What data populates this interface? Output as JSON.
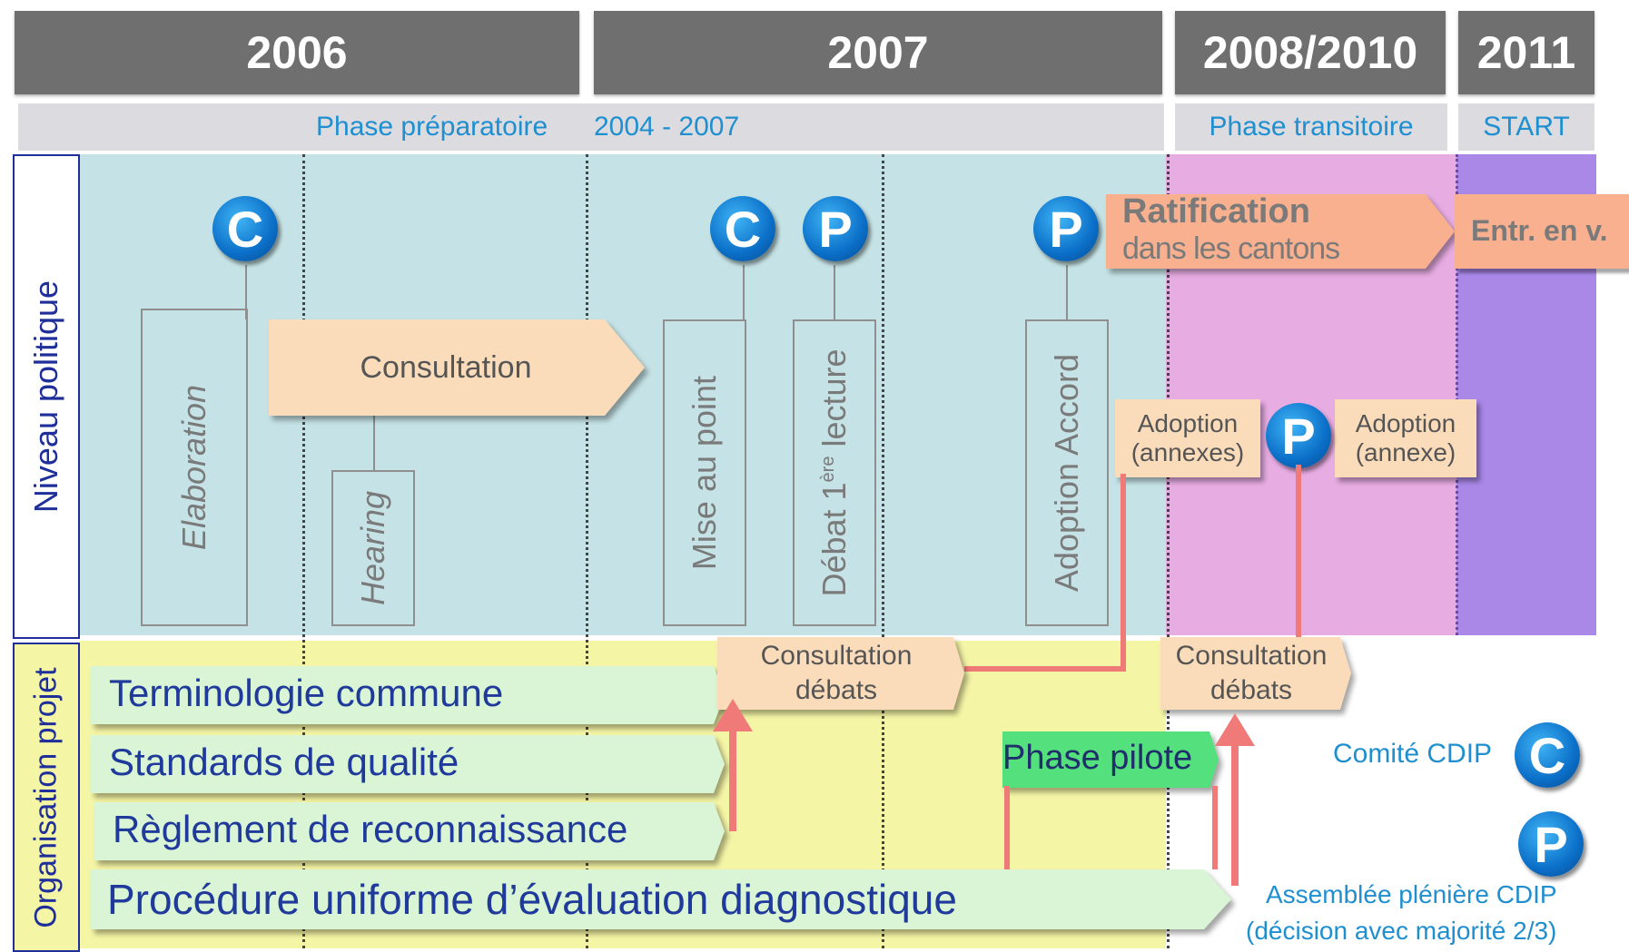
{
  "years": [
    "2006",
    "2007",
    "2008/2010",
    "2011"
  ],
  "phases": {
    "preparatory": "Phase préparatoire",
    "preparatory_dates": "2004 - 2007",
    "transitional": "Phase transitoire",
    "start": "START"
  },
  "row_labels": {
    "political": "Niveau politique",
    "project": "Organisation projet"
  },
  "badges": {
    "committee": "C",
    "plenary": "P"
  },
  "political_steps": {
    "elaboration": "Elaboration",
    "consultation": "Consultation",
    "hearing": "Hearing",
    "mise_au_point": "Mise au point",
    "debat_prefix": "Débat 1",
    "debat_sup": "ère",
    "debat_suffix": " lecture",
    "adoption_accord": "Adoption Accord",
    "ratification_line1": "Ratification",
    "ratification_line2": "dans les cantons",
    "entree": "Entr. en v.",
    "adoption_annexes_line1": "Adoption",
    "adoption_annexes_line2": "(annexes)",
    "adoption_annexe_line1": "Adoption",
    "adoption_annexe_line2": "(annexe)"
  },
  "project_items": {
    "terminologie": "Terminologie commune",
    "standards": "Standards de qualité",
    "reglement": "Règlement de reconnaissance",
    "procedure": "Procédure uniforme d’évaluation diagnostique",
    "consultation1_line1": "Consultation",
    "consultation1_line2": "débats",
    "consultation2_line1": "Consultation",
    "consultation2_line2": "débats",
    "phase_pilote": "Phase pilote"
  },
  "legend": {
    "committee_label": "Comité CDIP",
    "plenary_label_line1": "Assemblée plénière CDIP",
    "plenary_label_line2": "(décision avec majorité 2/3)"
  },
  "colors": {
    "year_bar": "#6f6f6f",
    "phase_bar": "#dcdce0",
    "preparatory_bg": "#c5e3e6",
    "transitional_bg": "#e7ace2",
    "start_bg": "#a988e8",
    "project_bg": "#f5f5a6",
    "peach": "#fbdcba",
    "green_bar": "#d9f5d6",
    "pilot_green": "#54e07c",
    "badge_blue": "#0b6fc8",
    "label_blue": "#1f8fd0",
    "red_connector": "#f07a78"
  }
}
